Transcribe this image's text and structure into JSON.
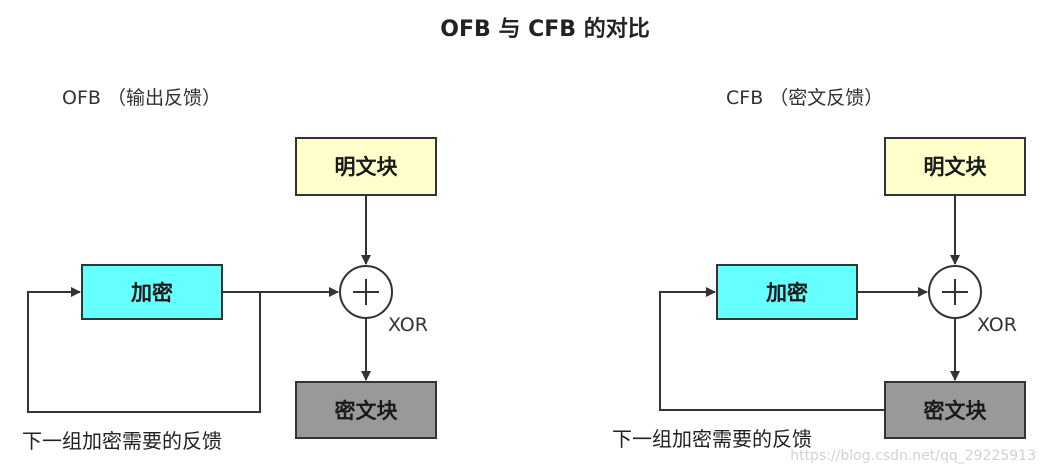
{
  "title": "OFB 与 CFB 的对比",
  "ofb": {
    "subtitle": "OFB （输出反馈）",
    "plaintext": "明文块",
    "encrypt": "加密",
    "xor": "XOR",
    "ciphertext": "密文块",
    "note": "下一组加密需要的反馈"
  },
  "cfb": {
    "subtitle": "CFB （密文反馈）",
    "plaintext": "明文块",
    "encrypt": "加密",
    "xor": "XOR",
    "ciphertext": "密文块",
    "note": "下一组加密需要的反馈"
  },
  "watermark": "https://blog.csdn.net/qq_29225913",
  "colors": {
    "plaintext_fill": "#ffffcc",
    "encrypt_fill": "#66ffff",
    "ciphertext_fill": "#999999",
    "line": "#333333"
  }
}
